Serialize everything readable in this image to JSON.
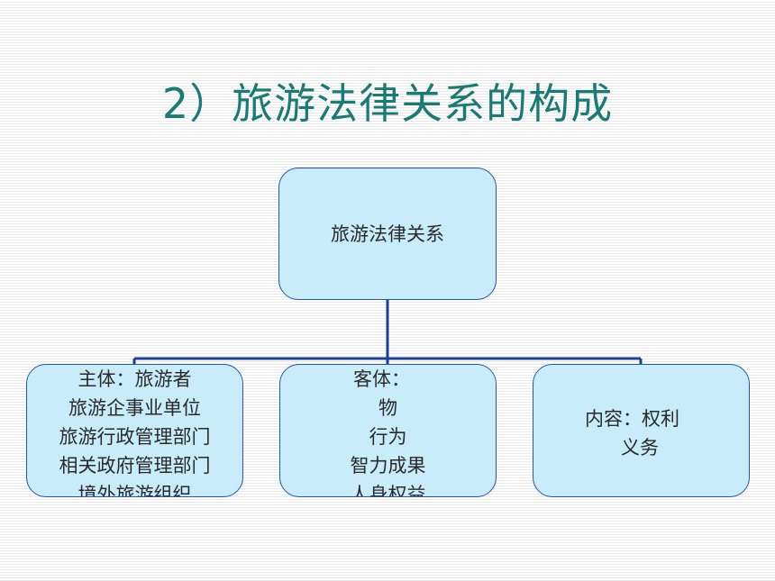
{
  "title": "2）旅游法律关系的构成",
  "colors": {
    "title": "#1a7a74",
    "node_fill": "#c9ecfb",
    "node_border": "#2554a8",
    "connector": "#1c3f9a"
  },
  "diagram": {
    "root": {
      "label": "旅游法律关系"
    },
    "children": [
      {
        "lines": [
          "主体：旅游者",
          "旅游企事业单位",
          "旅游行政管理部门",
          "相关政府管理部门",
          "境外旅游组织"
        ]
      },
      {
        "lines": [
          "客体：",
          "物",
          "行为",
          "智力成果",
          "人身权益"
        ]
      },
      {
        "lines": [
          "内容：权利",
          "      义务"
        ]
      }
    ]
  }
}
